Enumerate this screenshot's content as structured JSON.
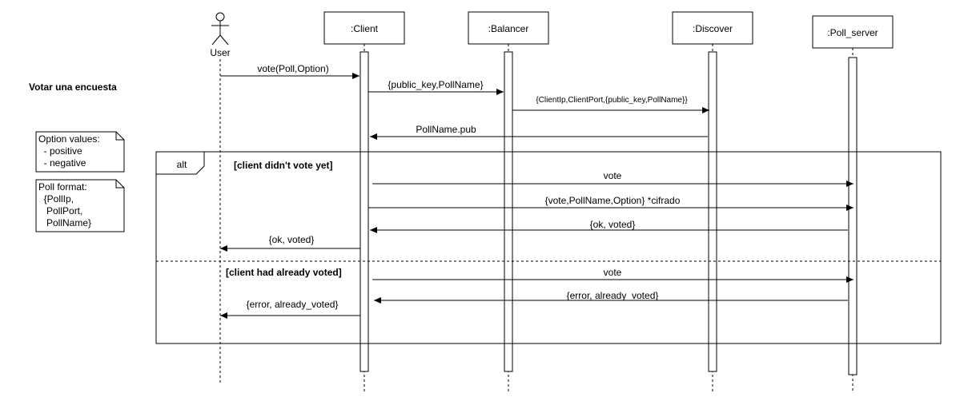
{
  "title": "Votar una encuesta",
  "actor": {
    "name": "User"
  },
  "participants": [
    {
      "id": "client",
      "label": ":Client"
    },
    {
      "id": "balancer",
      "label": ":Balancer"
    },
    {
      "id": "discover",
      "label": ":Discover"
    },
    {
      "id": "poll_server",
      "label": ":Poll_server"
    }
  ],
  "notes": [
    {
      "lines": [
        "Option values:",
        "  - positive",
        "  - negative"
      ]
    },
    {
      "lines": [
        "Poll format:",
        "  {PollIp,",
        "   PollPort,",
        "   PollName}"
      ]
    }
  ],
  "alt": {
    "operator": "alt",
    "guards": [
      "[client didn't vote yet]",
      "[client had already voted]"
    ]
  },
  "messages": [
    {
      "from": "user",
      "to": "client",
      "label": "vote(Poll,Option)"
    },
    {
      "from": "client",
      "to": "balancer",
      "label": "{public_key,PollName}"
    },
    {
      "from": "balancer",
      "to": "discover",
      "label": "{ClientIp,ClientPort,{public_key,PollName}}"
    },
    {
      "from": "discover",
      "to": "client",
      "label": "PollName.pub"
    },
    {
      "from": "client",
      "to": "poll_server",
      "label": "vote"
    },
    {
      "from": "client",
      "to": "poll_server",
      "label": "{vote,PollName,Option} *cifrado"
    },
    {
      "from": "poll_server",
      "to": "client",
      "label": "{ok, voted}"
    },
    {
      "from": "client",
      "to": "user",
      "label": "{ok, voted}"
    },
    {
      "from": "client",
      "to": "poll_server",
      "label": "vote"
    },
    {
      "from": "poll_server",
      "to": "client",
      "label": "{error, already_voted}"
    },
    {
      "from": "client",
      "to": "user",
      "label": "{error, already_voted}"
    }
  ]
}
